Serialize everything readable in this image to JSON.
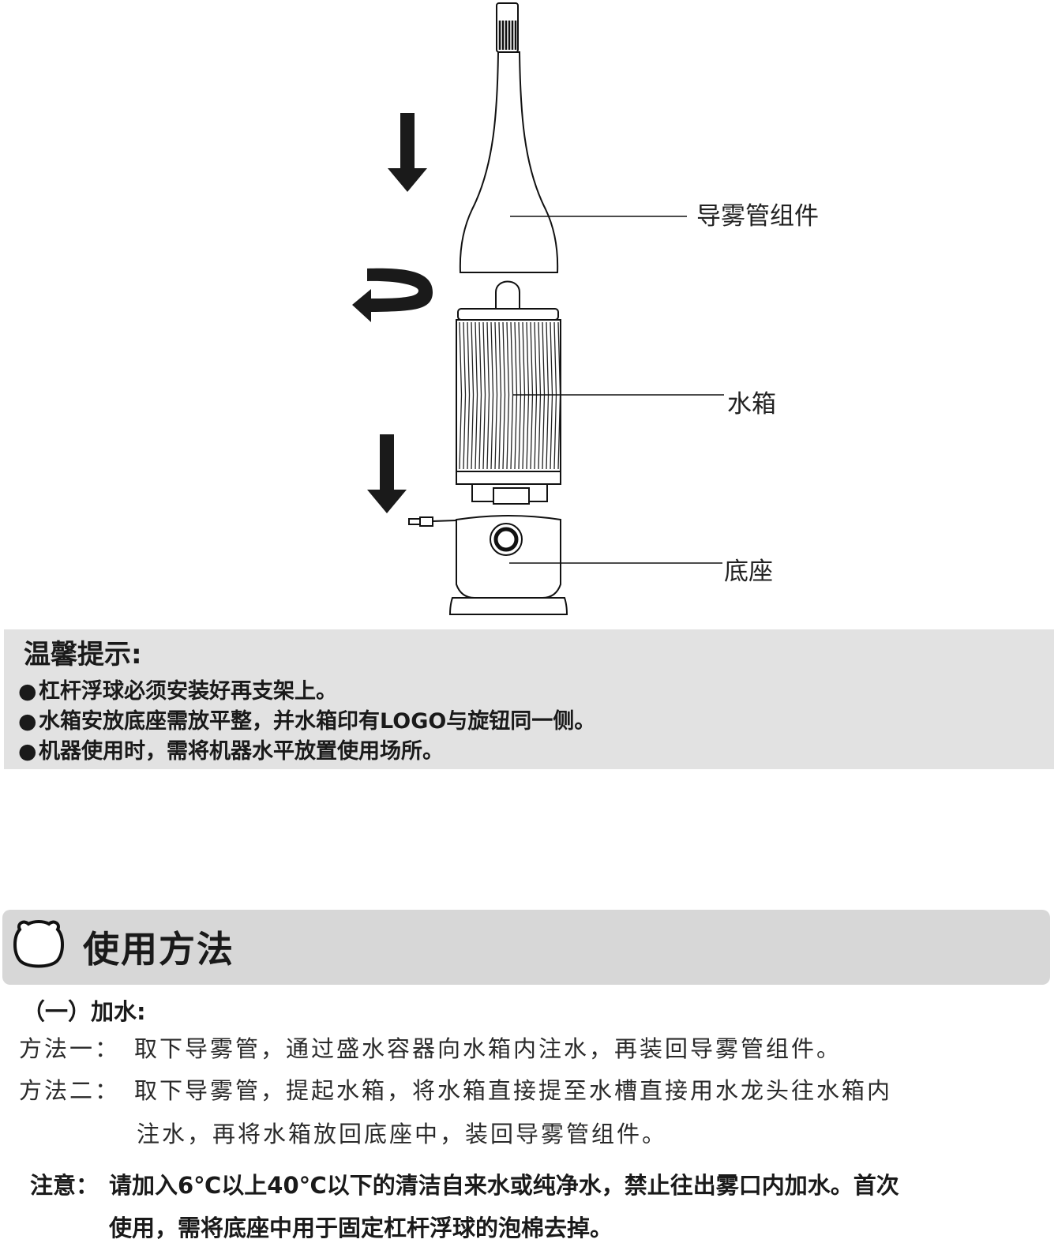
{
  "diagram": {
    "labels": {
      "nozzle": "导雾管组件",
      "tank": "水箱",
      "base": "底座"
    }
  },
  "tips": {
    "title": "温馨提示:",
    "bullet": "●",
    "items": [
      "杠杆浮球必须安装好再支架上。",
      "水箱安放底座需放平整，并水箱印有LOGO与旋钮同一侧。",
      "机器使用时，需将机器水平放置使用场所。"
    ]
  },
  "section": {
    "title": "使用方法",
    "icon": "bear-head-icon"
  },
  "filling": {
    "heading": "（一）加水:",
    "method1": {
      "label": "方法一：",
      "text": "取下导雾管，通过盛水容器向水箱内注水，再装回导雾管组件。"
    },
    "method2": {
      "label": "方法二：",
      "line1": "取下导雾管，提起水箱，将水箱直接提至水槽直接用水龙头往水箱内",
      "line2": "注水，再将水箱放回底座中，装回导雾管组件。"
    },
    "note": {
      "label": "注意：",
      "line1": "请加入6℃以上40℃以下的清洁自来水或纯净水，禁止往出雾口内加水。首次",
      "line2": "使用，需将底座中用于固定杠杆浮球的泡棉去掉。"
    }
  }
}
